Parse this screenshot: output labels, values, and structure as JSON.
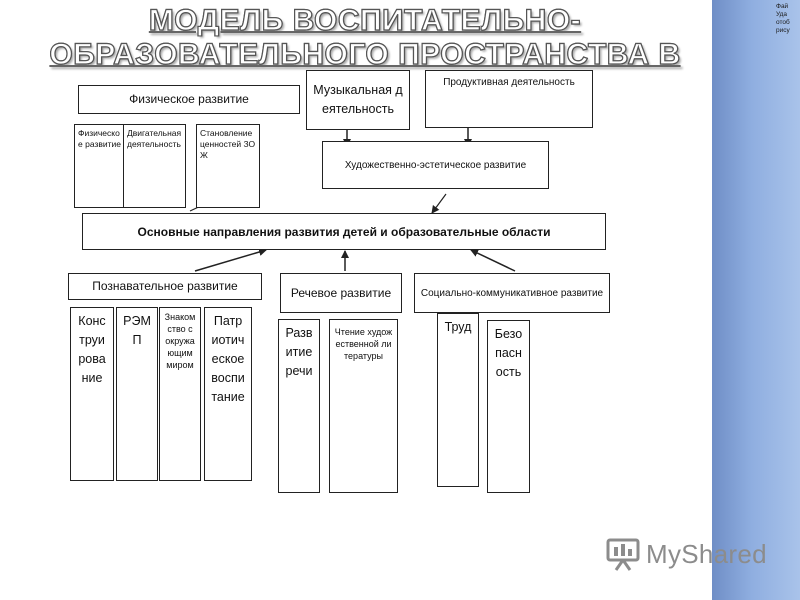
{
  "title": {
    "line1": "МОДЕЛЬ ВОСПИТАТЕЛЬНО-",
    "line2": "ОБРАЗОВАТЕЛЬНОГО ПРОСТРАНСТВА В ДОУ"
  },
  "side_panel_text": "Фай\nУда\nотоб\nрису",
  "boxes": {
    "physical_development": "Физическое развитие",
    "physical_development_sub": "Физическое развитие",
    "motor_activity": "Двигательная деятельность",
    "healthy_values": "Становление ценностей ЗОЖ",
    "music": "Музыкальная деятельность",
    "productive": "Продуктивная деятельность",
    "art_aesthetic": "Художественно-эстетическое развитие",
    "main_directions": "Основные направления развития детей и образовательные области",
    "cognitive": "Познавательное развитие",
    "construction": "Конструирование",
    "remp": "РЭМП",
    "knowledge_world": "Знакомство с окружающим миром",
    "patriotic": "Патриотическое воспитание",
    "speech": "Речевое развитие",
    "speech_development": "Развитие речи",
    "reading": "Чтение художественной литературы",
    "social": "Социально-коммуникативное развитие",
    "labor": "Труд",
    "safety": "Безопасность"
  },
  "logo": {
    "text": "MyShared",
    "icon": "presentation-board-icon"
  },
  "colors": {
    "side_panel": "#8faee0",
    "logo_gray": "#8c8c8c"
  }
}
